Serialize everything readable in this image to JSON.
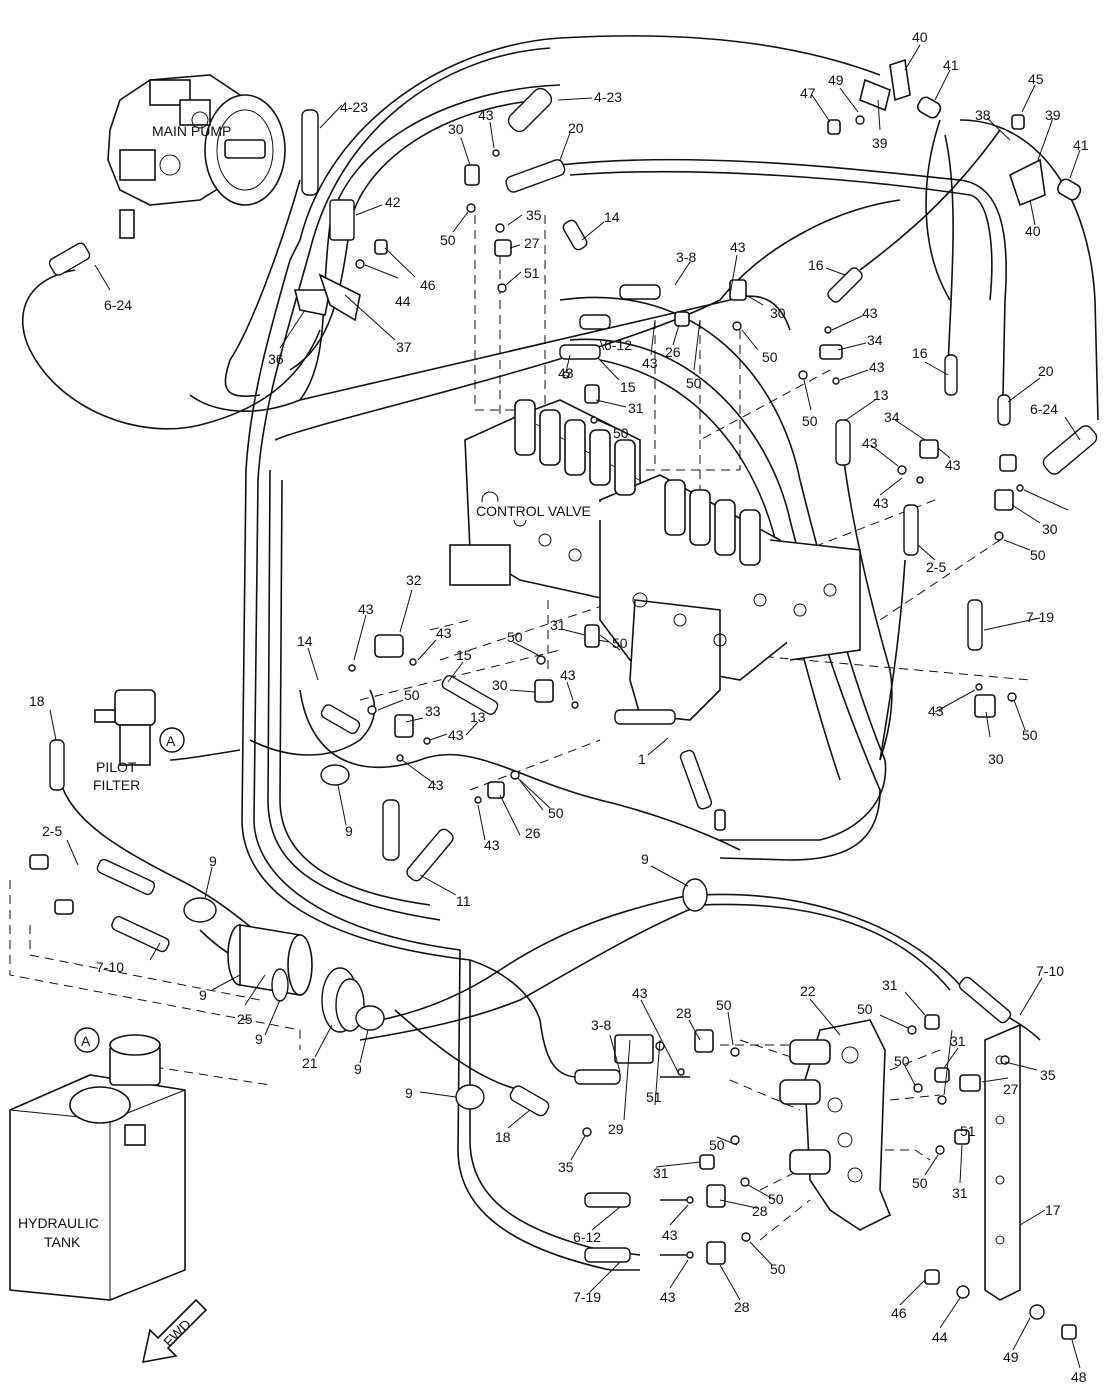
{
  "labels": {
    "main_pump": "MAIN  PUMP",
    "control_valve": "CONTROL  VALVE",
    "pilot_filter_1": "PILOT",
    "pilot_filter_2": "FILTER",
    "hydraulic_tank_1": "HYDRAULIC",
    "hydraulic_tank_2": "TANK",
    "fwd": "FWD",
    "ref_a": "A"
  },
  "callouts": [
    {
      "text": "40"
    },
    {
      "text": "41"
    },
    {
      "text": "49"
    },
    {
      "text": "47"
    },
    {
      "text": "39"
    },
    {
      "text": "45"
    },
    {
      "text": "38"
    },
    {
      "text": "39"
    },
    {
      "text": "41"
    },
    {
      "text": "40"
    },
    {
      "text": "4-23"
    },
    {
      "text": "4-23"
    },
    {
      "text": "43"
    },
    {
      "text": "30"
    },
    {
      "text": "20"
    },
    {
      "text": "35"
    },
    {
      "text": "14"
    },
    {
      "text": "42"
    },
    {
      "text": "27"
    },
    {
      "text": "51"
    },
    {
      "text": "50"
    },
    {
      "text": "46"
    },
    {
      "text": "44"
    },
    {
      "text": "6-24"
    },
    {
      "text": "36"
    },
    {
      "text": "37"
    },
    {
      "text": "3-8"
    },
    {
      "text": "43"
    },
    {
      "text": "30"
    },
    {
      "text": "50"
    },
    {
      "text": "16"
    },
    {
      "text": "43"
    },
    {
      "text": "34"
    },
    {
      "text": "43"
    },
    {
      "text": "6-12"
    },
    {
      "text": "43"
    },
    {
      "text": "26"
    },
    {
      "text": "50"
    },
    {
      "text": "15"
    },
    {
      "text": "31"
    },
    {
      "text": "43"
    },
    {
      "text": "50"
    },
    {
      "text": "16"
    },
    {
      "text": "13"
    },
    {
      "text": "20"
    },
    {
      "text": "6-24"
    },
    {
      "text": "50"
    },
    {
      "text": "34"
    },
    {
      "text": "43"
    },
    {
      "text": "43"
    },
    {
      "text": "43"
    },
    {
      "text": "30"
    },
    {
      "text": "50"
    },
    {
      "text": "2-5"
    },
    {
      "text": "7-19"
    },
    {
      "text": "32"
    },
    {
      "text": "43"
    },
    {
      "text": "43"
    },
    {
      "text": "31"
    },
    {
      "text": "50"
    },
    {
      "text": "50"
    },
    {
      "text": "14"
    },
    {
      "text": "15"
    },
    {
      "text": "43"
    },
    {
      "text": "30"
    },
    {
      "text": "50"
    },
    {
      "text": "33"
    },
    {
      "text": "13"
    },
    {
      "text": "43"
    },
    {
      "text": "43"
    },
    {
      "text": "1"
    },
    {
      "text": "43"
    },
    {
      "text": "50"
    },
    {
      "text": "30"
    },
    {
      "text": "18"
    },
    {
      "text": "9"
    },
    {
      "text": "43"
    },
    {
      "text": "26"
    },
    {
      "text": "50"
    },
    {
      "text": "2-5"
    },
    {
      "text": "9"
    },
    {
      "text": "11"
    },
    {
      "text": "9"
    },
    {
      "text": "7-10"
    },
    {
      "text": "9"
    },
    {
      "text": "25"
    },
    {
      "text": "9"
    },
    {
      "text": "21"
    },
    {
      "text": "9"
    },
    {
      "text": "7-10"
    },
    {
      "text": "22"
    },
    {
      "text": "31"
    },
    {
      "text": "43"
    },
    {
      "text": "28"
    },
    {
      "text": "50"
    },
    {
      "text": "50"
    },
    {
      "text": "3-8"
    },
    {
      "text": "31"
    },
    {
      "text": "50"
    },
    {
      "text": "27"
    },
    {
      "text": "35"
    },
    {
      "text": "9"
    },
    {
      "text": "29"
    },
    {
      "text": "51"
    },
    {
      "text": "51"
    },
    {
      "text": "18"
    },
    {
      "text": "35"
    },
    {
      "text": "50"
    },
    {
      "text": "31"
    },
    {
      "text": "50"
    },
    {
      "text": "31"
    },
    {
      "text": "50"
    },
    {
      "text": "28"
    },
    {
      "text": "6-12"
    },
    {
      "text": "43"
    },
    {
      "text": "17"
    },
    {
      "text": "50"
    },
    {
      "text": "7-19"
    },
    {
      "text": "43"
    },
    {
      "text": "28"
    },
    {
      "text": "46"
    },
    {
      "text": "44"
    },
    {
      "text": "49"
    },
    {
      "text": "48"
    }
  ]
}
